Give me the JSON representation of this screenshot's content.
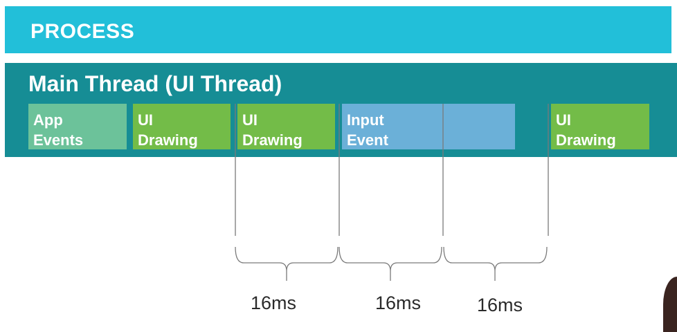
{
  "process": {
    "title": "PROCESS"
  },
  "thread": {
    "title": "Main Thread (UI Thread)"
  },
  "colors": {
    "process_bar": "#22bfd9",
    "thread_panel": "#168d95",
    "app_events": "#6cc29a",
    "ui_drawing": "#73bc48",
    "input_event": "#6bb0d8",
    "timeline_line": "#7a7a7a"
  },
  "blocks": [
    {
      "line1": "App",
      "line2": "Events"
    },
    {
      "line1": "UI",
      "line2": "Drawing"
    },
    {
      "line1": "UI",
      "line2": "Drawing"
    },
    {
      "line1": "Input",
      "line2": "Event"
    },
    {
      "line1": "UI",
      "line2": "Drawing"
    }
  ],
  "intervals": [
    {
      "label": "16ms"
    },
    {
      "label": "16ms"
    },
    {
      "label": "16ms"
    }
  ]
}
